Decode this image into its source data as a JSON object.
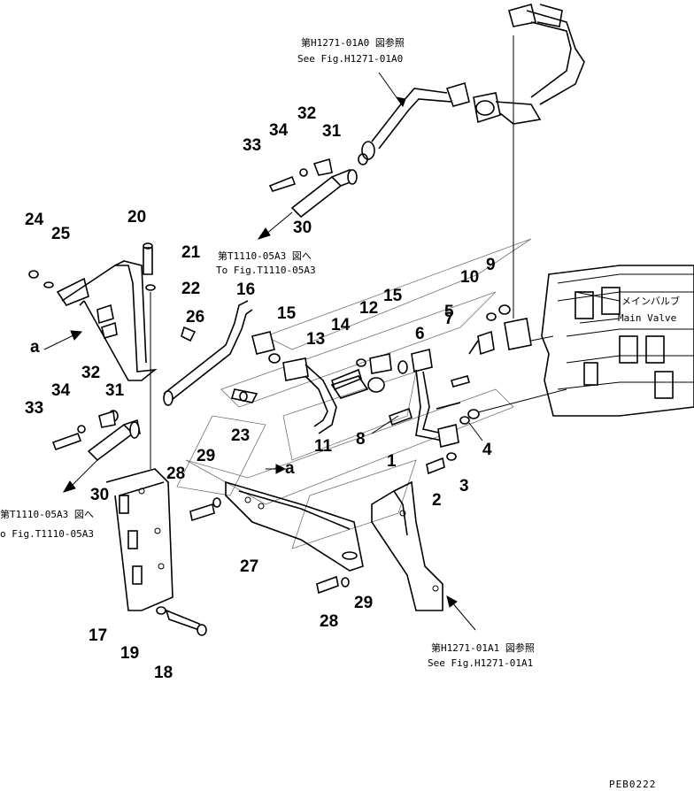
{
  "diagram": {
    "references": {
      "top_jp": "第H1271-01A0 図参照",
      "top_en": "See Fig.H1271-01A0",
      "mid_jp": "第T1110-05A3 図へ",
      "mid_en": "To Fig.T1110-05A3",
      "left_jp": "第T1110-05A3 図へ",
      "left_en": "o Fig.T1110-05A3",
      "bottom_jp": "第H1271-01A1 図参照",
      "bottom_en": "See Fig.H1271-01A1"
    },
    "main_valve": {
      "jp": "メインバルブ",
      "en": "Main Valve"
    },
    "view_marks": {
      "left": "a",
      "center": "a"
    },
    "part_numbers": {
      "p1": "1",
      "p2": "2",
      "p3": "3",
      "p4": "4",
      "p5": "5",
      "p6": "6",
      "p7": "7",
      "p8": "8",
      "p9": "9",
      "p10": "10",
      "p11": "11",
      "p12": "12",
      "p13": "13",
      "p14": "14",
      "p15a": "15",
      "p15b": "15",
      "p16": "16",
      "p17": "17",
      "p18": "18",
      "p19": "19",
      "p20": "20",
      "p21": "21",
      "p22": "22",
      "p23": "23",
      "p24": "24",
      "p25": "25",
      "p26": "26",
      "p27": "27",
      "p28a": "28",
      "p28b": "28",
      "p29a": "29",
      "p29b": "29",
      "p30a": "30",
      "p30b": "30",
      "p31a": "31",
      "p31b": "31",
      "p32a": "32",
      "p32b": "32",
      "p33a": "33",
      "p33b": "33",
      "p34a": "34",
      "p34b": "34"
    },
    "drawing_code": "PEB0222"
  }
}
